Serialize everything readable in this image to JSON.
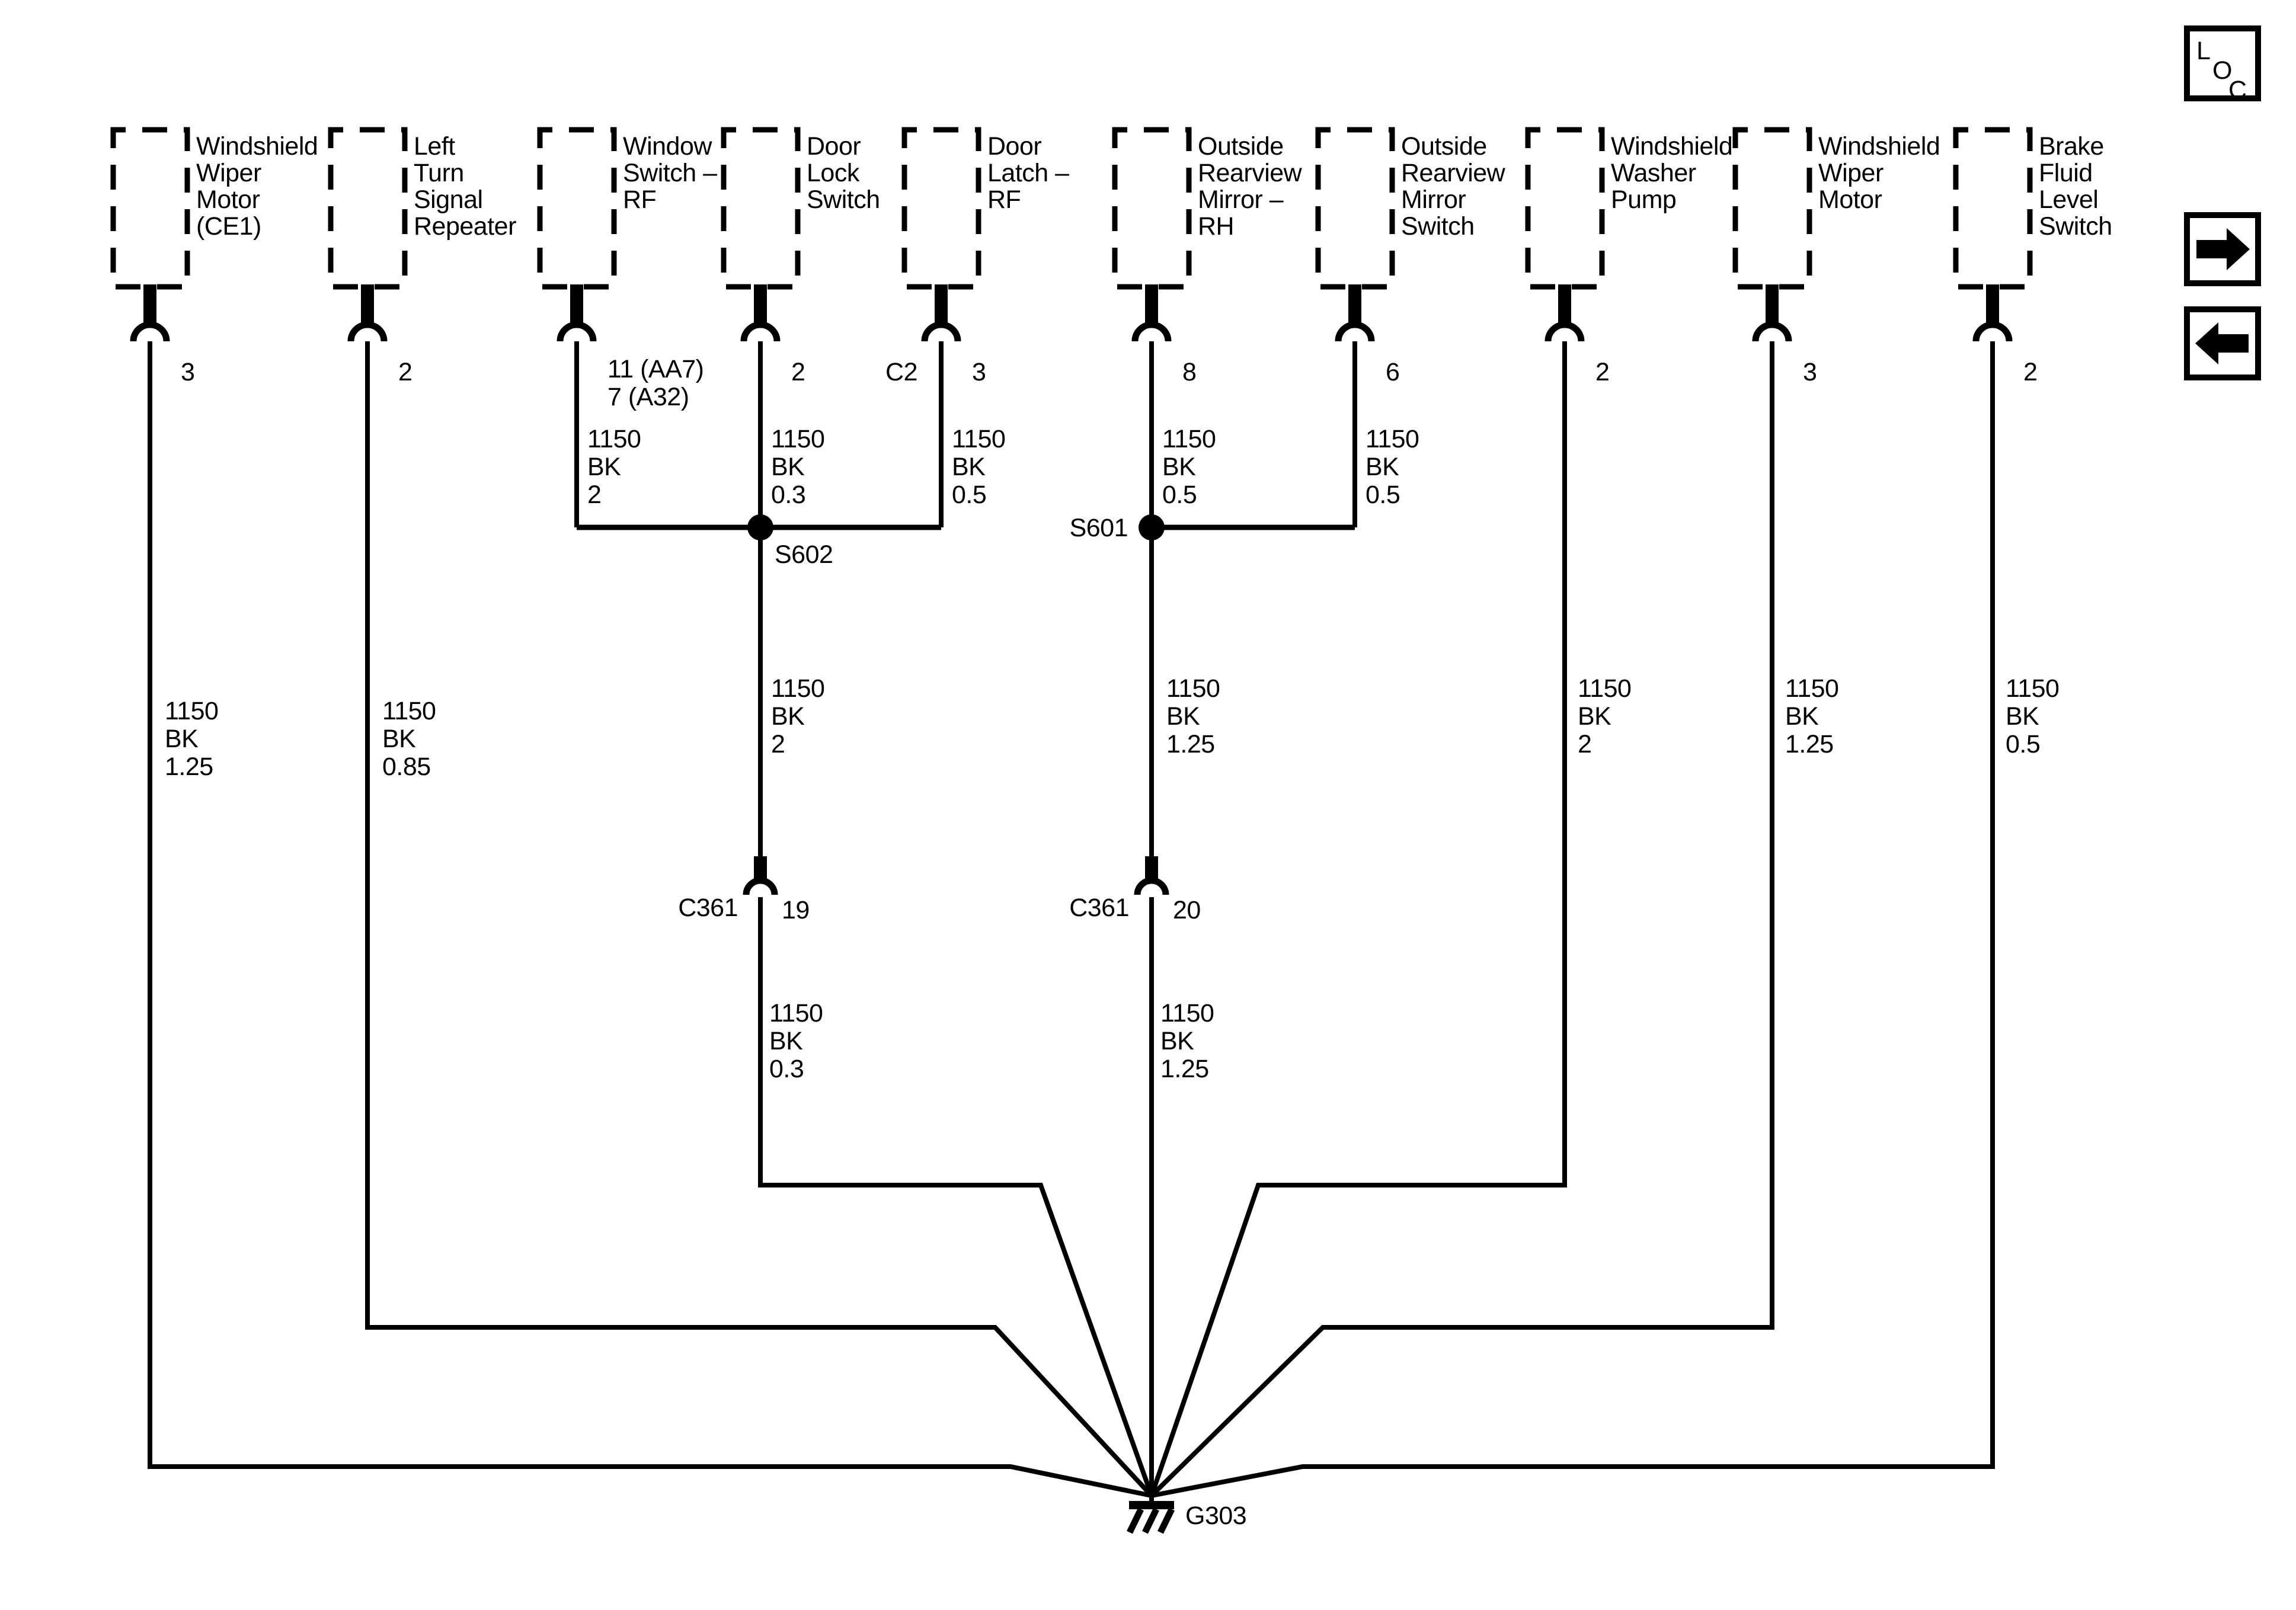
{
  "colors": {
    "ink": "#000000",
    "paper": "#ffffff"
  },
  "components": [
    {
      "name_lines": [
        "Windshield",
        "Wiper",
        "Motor",
        "(CE1)"
      ],
      "pin": "3",
      "wire_label": [
        "1150",
        "BK",
        "1.25"
      ]
    },
    {
      "name_lines": [
        "Left",
        "Turn",
        "Signal",
        "Repeater"
      ],
      "pin": "2",
      "wire_label": [
        "1150",
        "BK",
        "0.85"
      ]
    },
    {
      "name_lines": [
        "Window",
        "Switch –",
        "RF"
      ],
      "pin": "11 (AA7)",
      "pin2": "7 (A32)",
      "wire_label": [
        "1150",
        "BK",
        "2"
      ]
    },
    {
      "name_lines": [
        "Door",
        "Lock",
        "Switch"
      ],
      "pin": "2",
      "wire_label": [
        "1150",
        "BK",
        "0.3"
      ]
    },
    {
      "name_lines": [
        "Door",
        "Latch –",
        "RF"
      ],
      "connector": "C2",
      "pin": "3",
      "wire_label": [
        "1150",
        "BK",
        "0.5"
      ]
    },
    {
      "name_lines": [
        "Outside",
        "Rearview",
        "Mirror –",
        "RH"
      ],
      "pin": "8",
      "wire_label": [
        "1150",
        "BK",
        "0.5"
      ]
    },
    {
      "name_lines": [
        "Outside",
        "Rearview",
        "Mirror",
        "Switch"
      ],
      "pin": "6",
      "wire_label": [
        "1150",
        "BK",
        "0.5"
      ]
    },
    {
      "name_lines": [
        "Windshield",
        "Washer",
        "Pump"
      ],
      "pin": "2",
      "wire_label": [
        "1150",
        "BK",
        "2"
      ]
    },
    {
      "name_lines": [
        "Windshield",
        "Wiper",
        "Motor"
      ],
      "pin": "3",
      "wire_label": [
        "1150",
        "BK",
        "1.25"
      ]
    },
    {
      "name_lines": [
        "Brake",
        "Fluid",
        "Level",
        "Switch"
      ],
      "pin": "2",
      "wire_label": [
        "1150",
        "BK",
        "0.5"
      ]
    }
  ],
  "splices": [
    {
      "label": "S602"
    },
    {
      "label": "S601"
    }
  ],
  "inline_connectors": [
    {
      "label": "C361",
      "pin": "19",
      "wire_label": [
        "1150",
        "BK",
        "0.3"
      ]
    },
    {
      "label": "C361",
      "pin": "20",
      "wire_label": [
        "1150",
        "BK",
        "1.25"
      ]
    }
  ],
  "ground": {
    "label": "G303"
  },
  "nav": {
    "loc": [
      "L",
      "O",
      "C"
    ]
  }
}
